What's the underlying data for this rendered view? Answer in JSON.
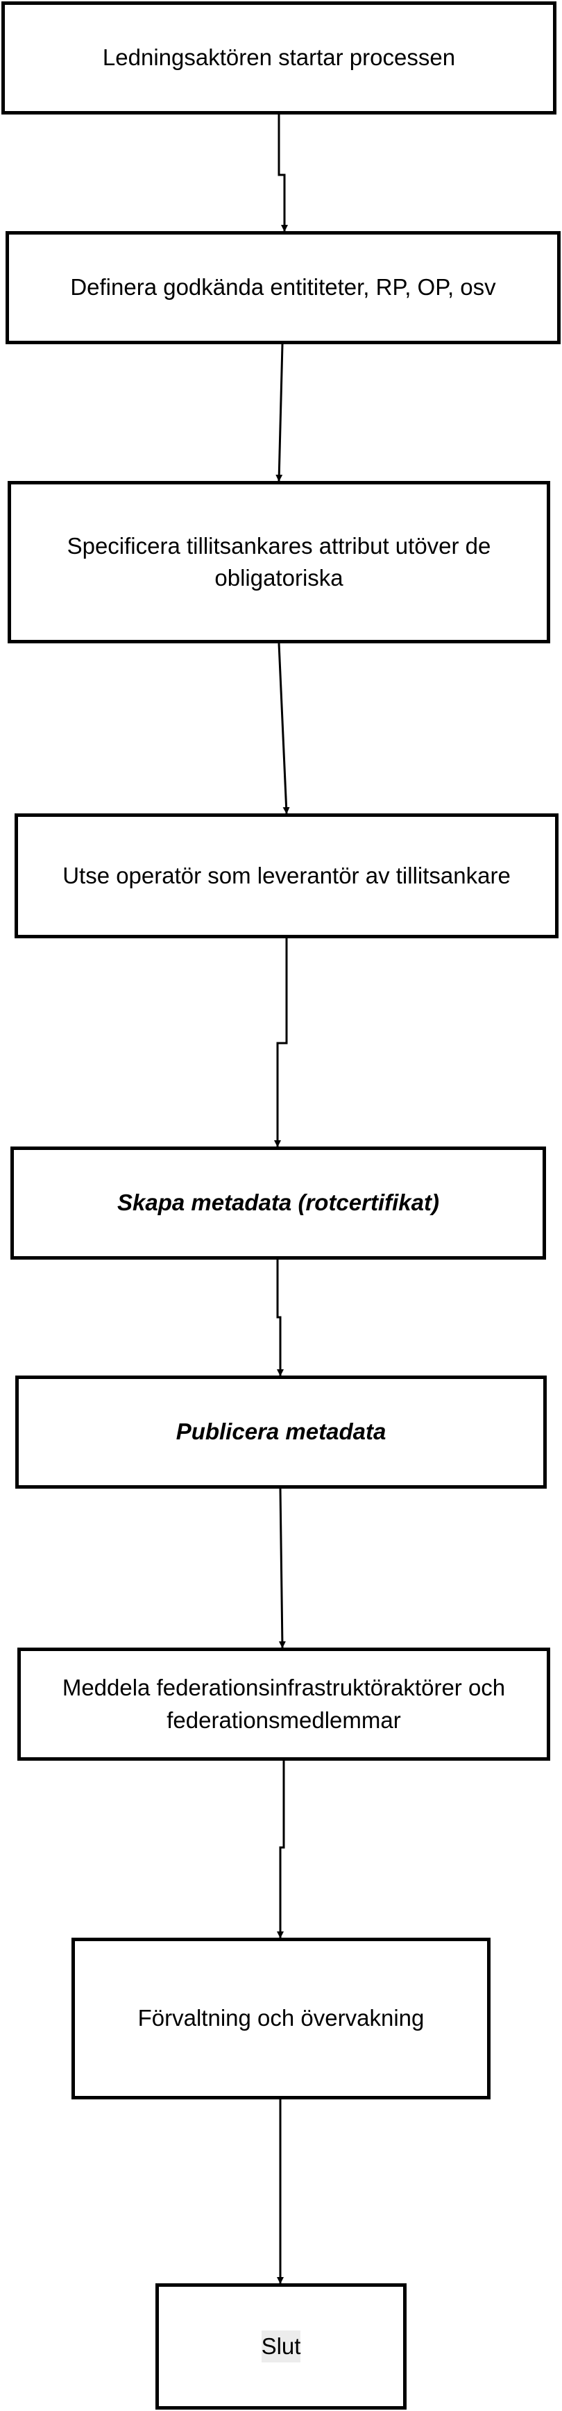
{
  "nodes": [
    {
      "label": "Ledningsaktören startar processen"
    },
    {
      "label": "Definera godkända entititeter, RP, OP, osv"
    },
    {
      "label": "Specificera tillitsankares attribut utöver de obligatoriska"
    },
    {
      "label": "Utse operatör som leverantör av tillitsankare"
    },
    {
      "label": "Skapa metadata (rotcertifikat)"
    },
    {
      "label": "Publicera metadata"
    },
    {
      "label": "Meddela federationsinfrastruktöraktörer och federationsmedlemmar"
    },
    {
      "label": "Förvaltning och övervakning"
    },
    {
      "label": "Slut"
    }
  ],
  "colors": {
    "stroke": "#000000",
    "background": "#ffffff",
    "final_label_highlight": "#ececec"
  }
}
